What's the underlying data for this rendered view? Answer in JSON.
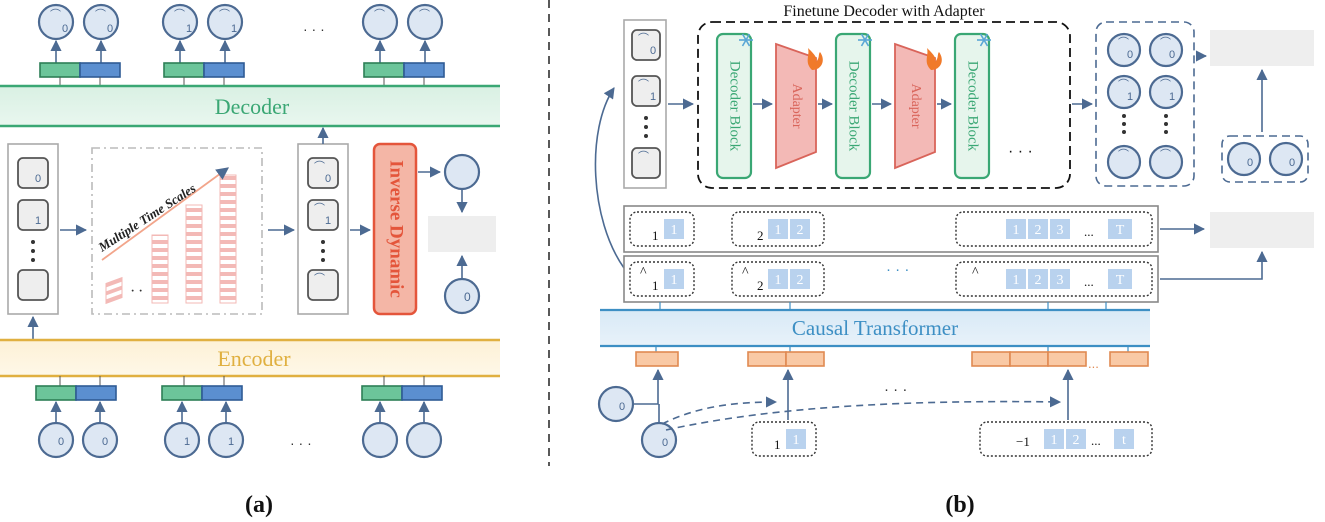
{
  "panel_a": {
    "decoder_label": "Decoder",
    "encoder_label": "Encoder",
    "multiscale_label": "Multiple Time Scales",
    "inverse_dynamic_label": "Inverse Dynamic",
    "top_ellipsis": "· · ·",
    "bottom_ellipsis": "· · ·",
    "seq_ellipsis": "·",
    "caption": "(a)",
    "sub_zero": "0",
    "sub_one": "1",
    "hat": "⌒"
  },
  "panel_b": {
    "finetune_label": "Finetune Decoder with Adapter",
    "decoder_block_label": "Decoder Block",
    "adapter_label": "Adapter",
    "decoder_ellipsis": "· · ·",
    "causal_transformer_label": "Causal Transformer",
    "mid_ellipsis": "· · ·",
    "bottom_ellipsis": "· · ·",
    "row_ellipsis": "...",
    "caption": "(b)",
    "n1": "1",
    "n2": "2",
    "n3": "3",
    "nT": "T",
    "nt": "t",
    "sub_zero": "0",
    "sub_one": "1",
    "sub_two": "2",
    "minus_one": "−1",
    "hat": "⌒",
    "caret": "^"
  },
  "colors": {
    "circle_fill": "#dde7f3",
    "circle_stroke": "#4c6a92",
    "decoder_green": "#3aa774",
    "encoder_gold": "#e0b040",
    "inverse_red": "#e4553b",
    "adapter_pink": "#f3b9b6",
    "causal_blue": "#3d8fc4",
    "token_orange": "#f9c9a5",
    "token_blue": "#b9d2ee"
  }
}
